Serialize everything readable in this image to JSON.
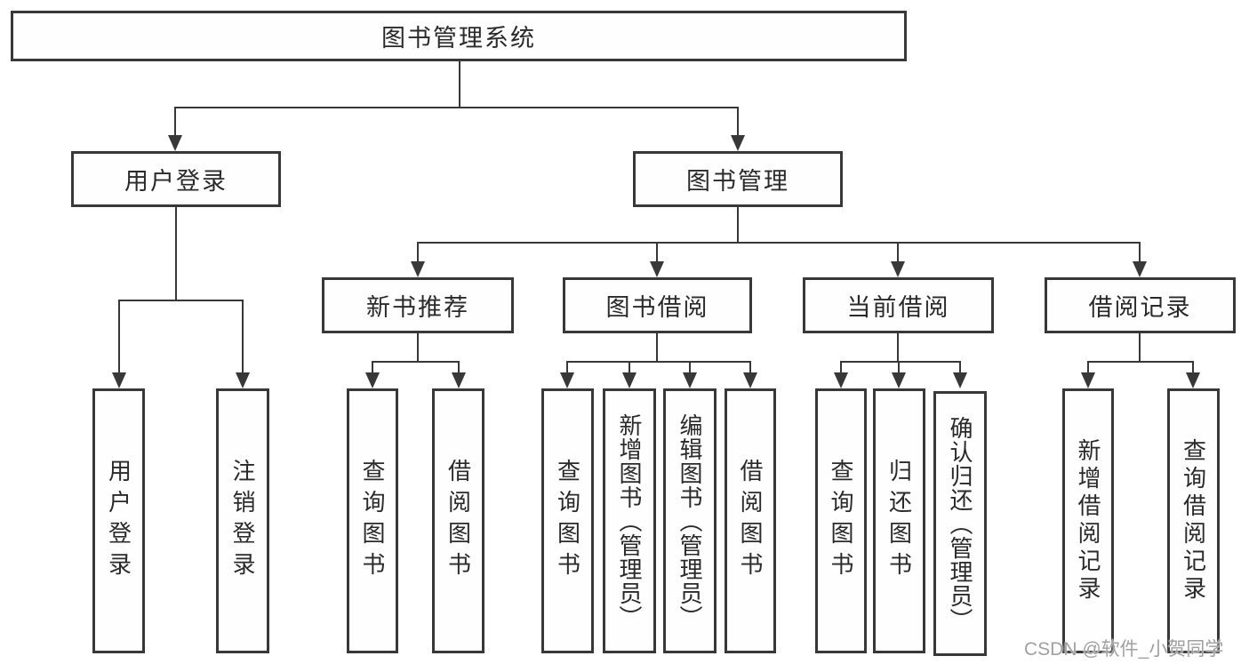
{
  "diagram": {
    "root": {
      "label": "图书管理系统"
    },
    "login": {
      "label": "用户登录",
      "children": [
        {
          "label": "用户登录"
        },
        {
          "label": "注销登录"
        }
      ]
    },
    "management": {
      "label": "图书管理",
      "groups": [
        {
          "label": "新书推荐",
          "children": [
            {
              "label": "查询图书"
            },
            {
              "label": "借阅图书"
            }
          ]
        },
        {
          "label": "图书借阅",
          "children": [
            {
              "label": "查询图书"
            },
            {
              "label": "新增图书（管理员）"
            },
            {
              "label": "编辑图书（管理员）"
            },
            {
              "label": "借阅图书"
            }
          ]
        },
        {
          "label": "当前借阅",
          "children": [
            {
              "label": "查询图书"
            },
            {
              "label": "归还图书"
            },
            {
              "label": "确认归还（管理员）"
            }
          ]
        },
        {
          "label": "借阅记录",
          "children": [
            {
              "label": "新增借阅记录"
            },
            {
              "label": "查询借阅记录"
            }
          ]
        }
      ]
    }
  },
  "watermark": "CSDN @软件_小贺同学",
  "colors": {
    "line": "#383838",
    "text": "#2a2a2a",
    "watermark": "#a0a0a0"
  }
}
